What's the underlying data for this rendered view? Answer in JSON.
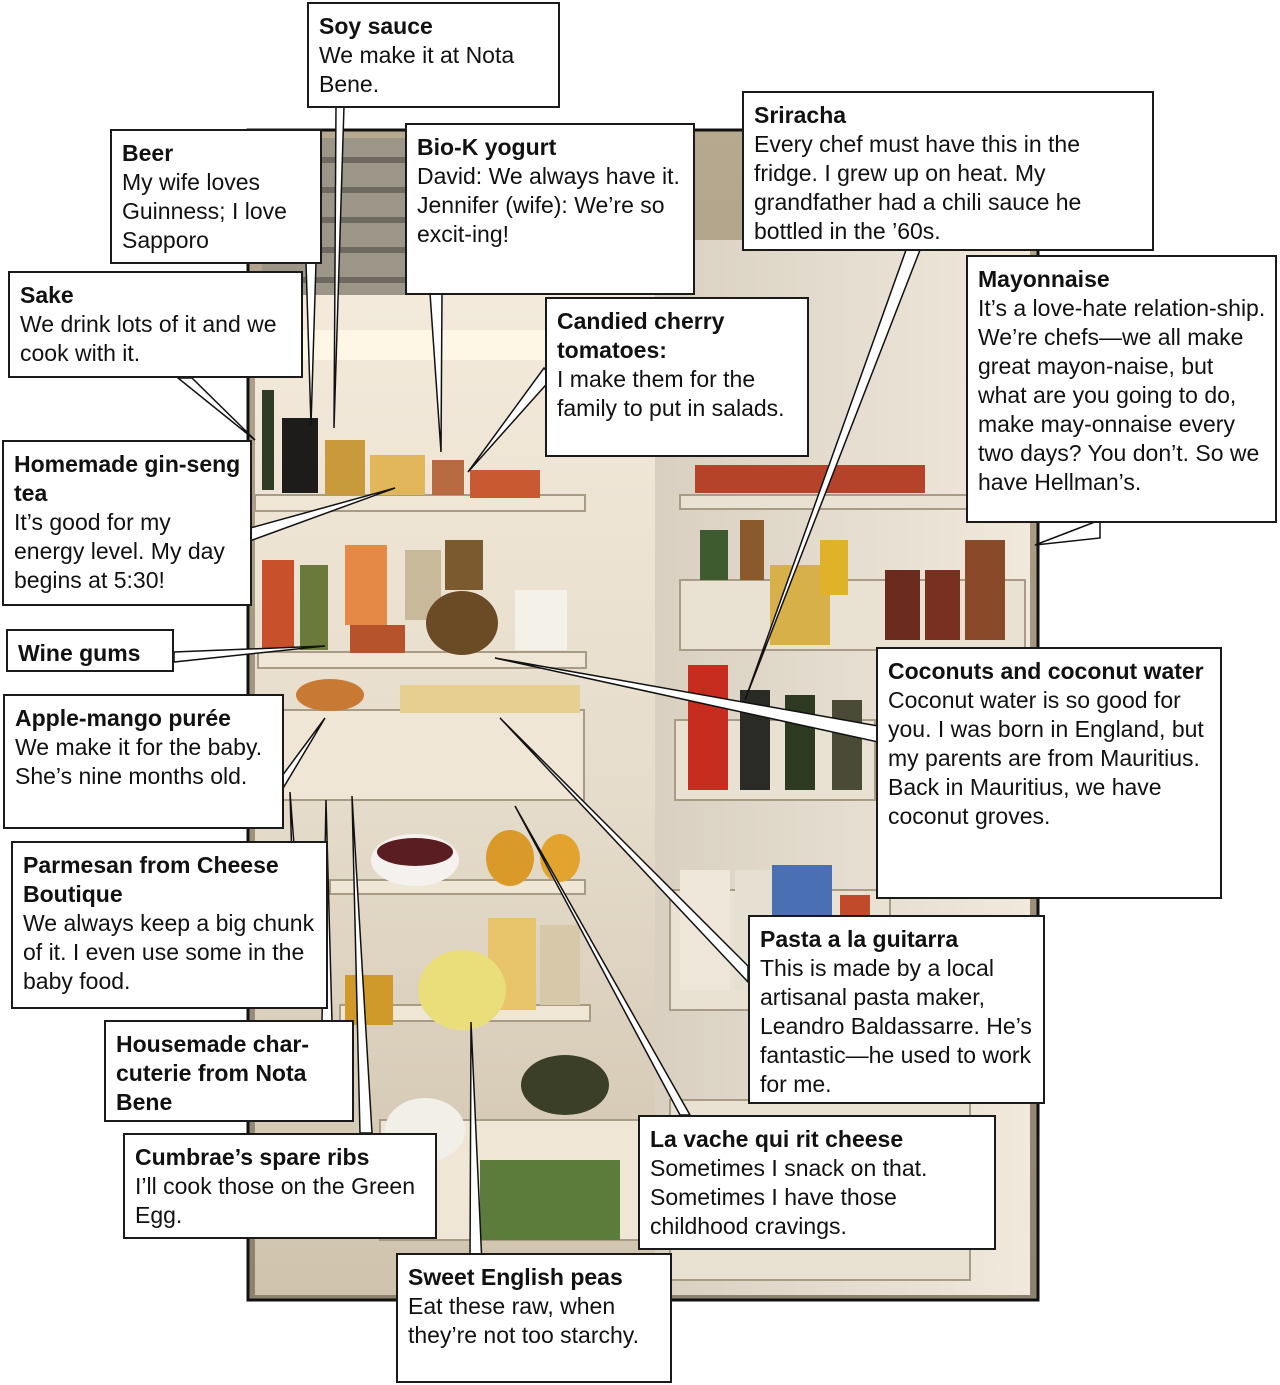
{
  "annotations": [
    {
      "id": "soy-sauce",
      "title": "Soy sauce",
      "text": "We make it at Nota Bene."
    },
    {
      "id": "beer",
      "title": "Beer",
      "text": "My wife loves Guinness; I love Sapporo"
    },
    {
      "id": "bio-k-yogurt",
      "title": "Bio-K yogurt",
      "text": "David: We always have it. Jennifer (wife): We’re so excit-ing!"
    },
    {
      "id": "sriracha",
      "title": "Sriracha",
      "text": "Every chef must have this in the fridge. I grew up on heat. My grandfather had a chili sauce he bottled in the ’60s."
    },
    {
      "id": "mayonnaise",
      "title": "Mayonnaise",
      "text": "It’s a love-hate relation-ship. We’re chefs—we all make great mayon-naise, but what are you going to do, make may-onnaise every two days? You don’t. So we have Hellman’s."
    },
    {
      "id": "sake",
      "title": "Sake",
      "text": "We drink lots of it and we cook with it."
    },
    {
      "id": "candied-cherry-tomatoes",
      "title": "Candied cherry tomatoes:",
      "text": "I make them for the family to put in salads."
    },
    {
      "id": "ginseng-tea",
      "title": "Homemade gin-seng tea",
      "text": "It’s good for my energy level. My day begins at 5:30!"
    },
    {
      "id": "wine-gums",
      "title": "Wine gums",
      "text": ""
    },
    {
      "id": "apple-mango-puree",
      "title": "Apple-mango purée",
      "text": "We make it for the baby. She’s nine months old."
    },
    {
      "id": "coconuts",
      "title": "Coconuts and coconut water",
      "text": "Coconut water is so good for you. I was born in England, but my parents are from Mauritius. Back in Mauritius, we have coconut groves."
    },
    {
      "id": "parmesan",
      "title": "Parmesan from Cheese Boutique",
      "text": "We always keep a big chunk of it. I even use some in the baby food."
    },
    {
      "id": "pasta",
      "title": "Pasta a la guitarra",
      "text": "This is made by a local artisanal pasta maker, Leandro Baldassarre. He’s fantastic—he used to work for me."
    },
    {
      "id": "charcuterie",
      "title": "Housemade char-cuterie from Nota Bene",
      "text": ""
    },
    {
      "id": "spare-ribs",
      "title": "Cumbrae’s spare ribs",
      "text": "I’ll cook those on the Green Egg."
    },
    {
      "id": "la-vache",
      "title": "La vache qui rit cheese",
      "text": "Sometimes I snack on that. Sometimes I have those childhood cravings."
    },
    {
      "id": "english-peas",
      "title": "Sweet English peas",
      "text": "Eat these raw, when they’re not too starchy."
    }
  ]
}
